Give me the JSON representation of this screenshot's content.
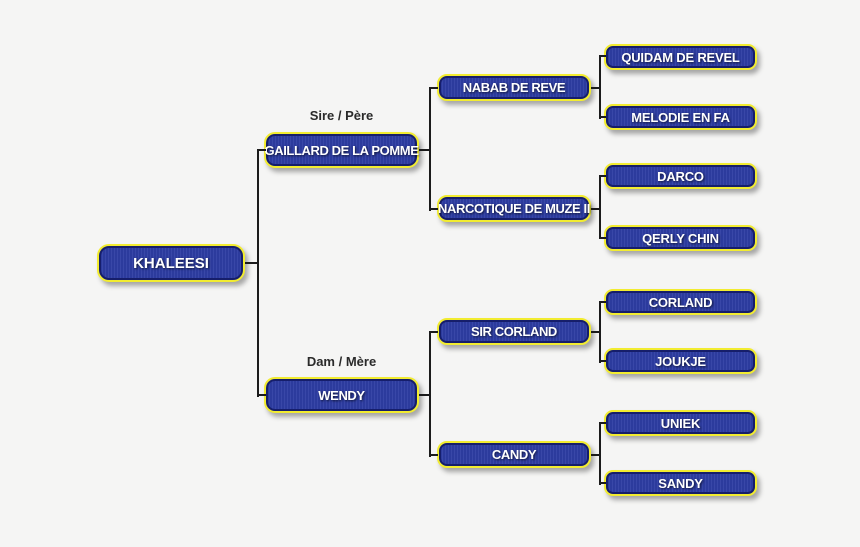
{
  "pedigree": {
    "subject": {
      "label": "KHALEESI"
    },
    "generation_labels": {
      "sire": "Sire / Père",
      "dam": "Dam / Mère"
    },
    "parents": {
      "sire": "GAILLARD DE LA POMME",
      "dam": "WENDY"
    },
    "grandparents": {
      "sire_sire": "NABAB DE REVE",
      "sire_dam": "NARCOTIQUE DE MUZE II",
      "dam_sire": "SIR CORLAND",
      "dam_dam": "CANDY"
    },
    "great_grandparents": {
      "sire_sire_sire": "QUIDAM DE REVEL",
      "sire_sire_dam": "MELODIE EN FA",
      "sire_dam_sire": "DARCO",
      "sire_dam_dam": "QERLY CHIN",
      "dam_sire_sire": "CORLAND",
      "dam_sire_dam": "JOUKJE",
      "dam_dam_sire": "UNIEK",
      "dam_dam_dam": "SANDY"
    }
  },
  "colors": {
    "box_fill": "#2e3da3",
    "box_border": "#f2ec30",
    "box_inner_trim": "#161e6b",
    "box_text": "#ffffff",
    "connector_line": "#1b1b1b",
    "label_text": "#2a2a2a",
    "background": "#f5f5f4"
  }
}
